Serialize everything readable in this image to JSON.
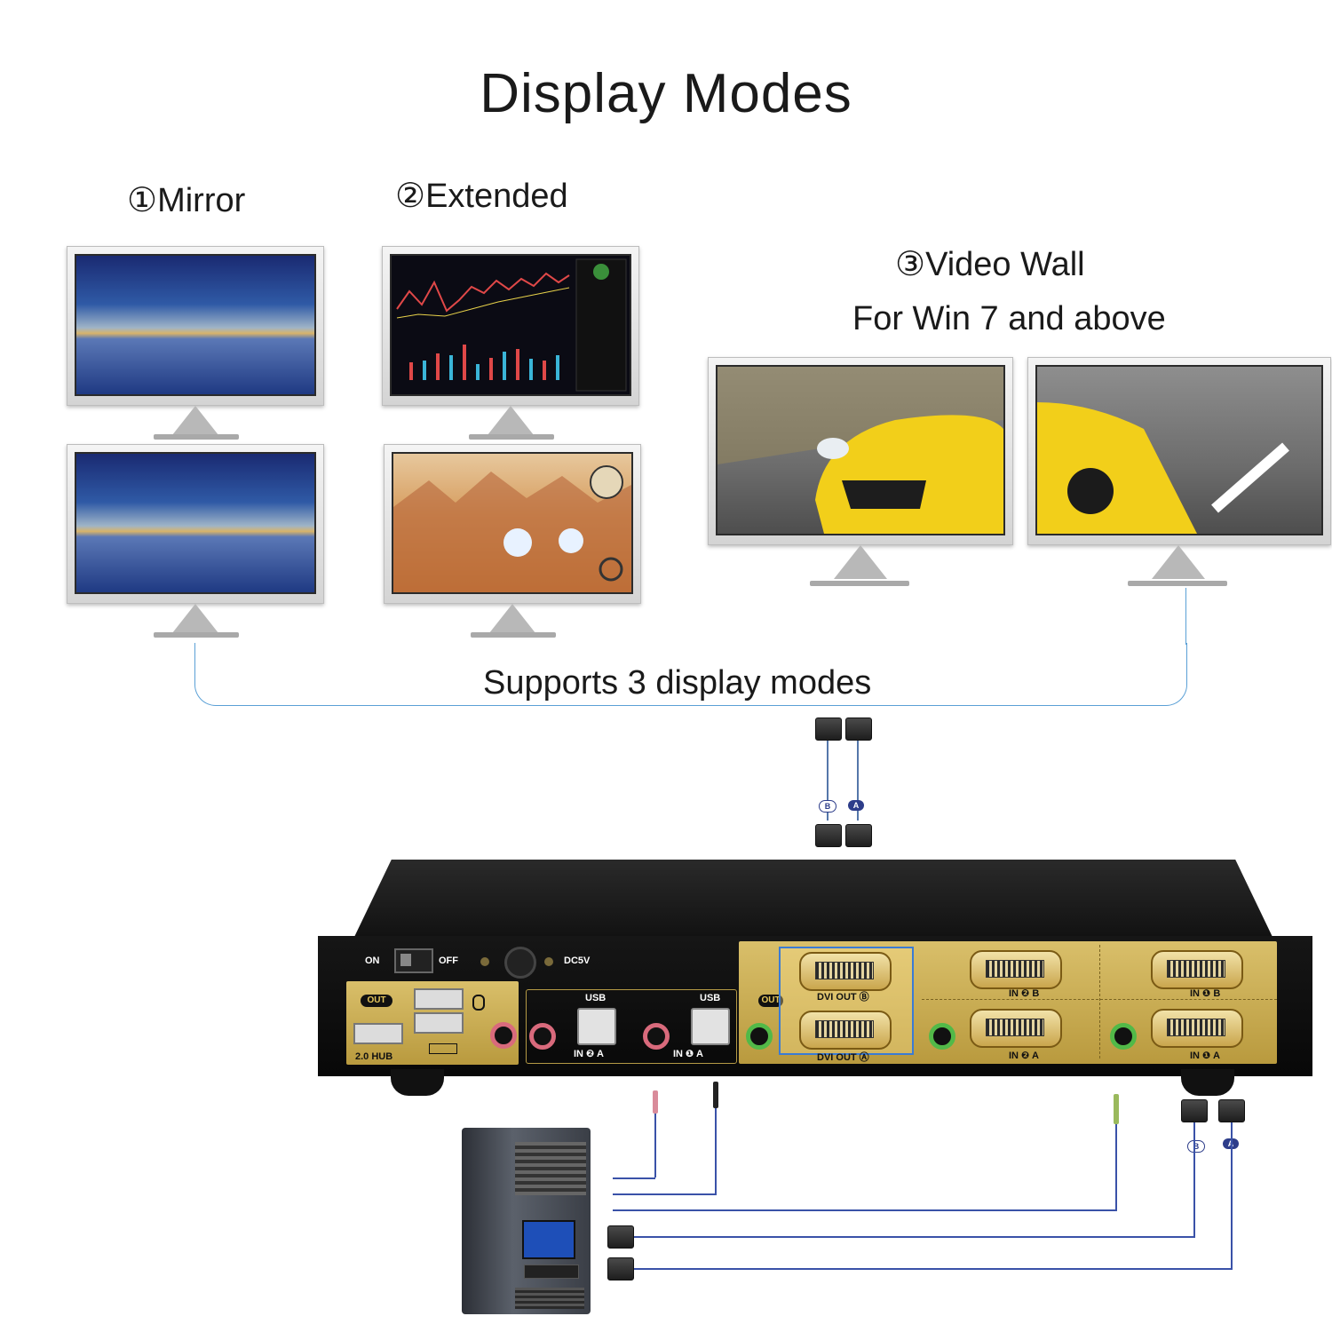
{
  "title": "Display Modes",
  "modes": {
    "mirror": "①Mirror",
    "extended": "②Extended",
    "video_wall": "③Video Wall",
    "video_wall_note": "For Win 7 and above"
  },
  "supports_text": "Supports 3 display modes",
  "device": {
    "power_on": "ON",
    "power_off": "OFF",
    "dc": "DC5V",
    "out_left": "OUT",
    "hub": "2.0 HUB",
    "usb_1": "USB",
    "usb_2": "USB",
    "in2a": "IN ❷ A",
    "in1a": "IN ❶ A",
    "out_right": "OUT",
    "dvi_out_b": "DVI OUT Ⓑ",
    "dvi_out_a": "DVI OUT Ⓐ",
    "in2b_top": "IN ❷ B",
    "in2a_bottom": "IN ❷ A",
    "in1b_top": "IN ❶ B",
    "in1a_bottom": "IN ❶ A"
  },
  "cable_badges": {
    "top_b": "B",
    "top_a": "A",
    "right_b": "B",
    "right_a": "A"
  },
  "colors": {
    "accent_line": "#5aa0d6",
    "gold_panel": "#c9a84c",
    "highlight_box": "#3a7bd5"
  }
}
